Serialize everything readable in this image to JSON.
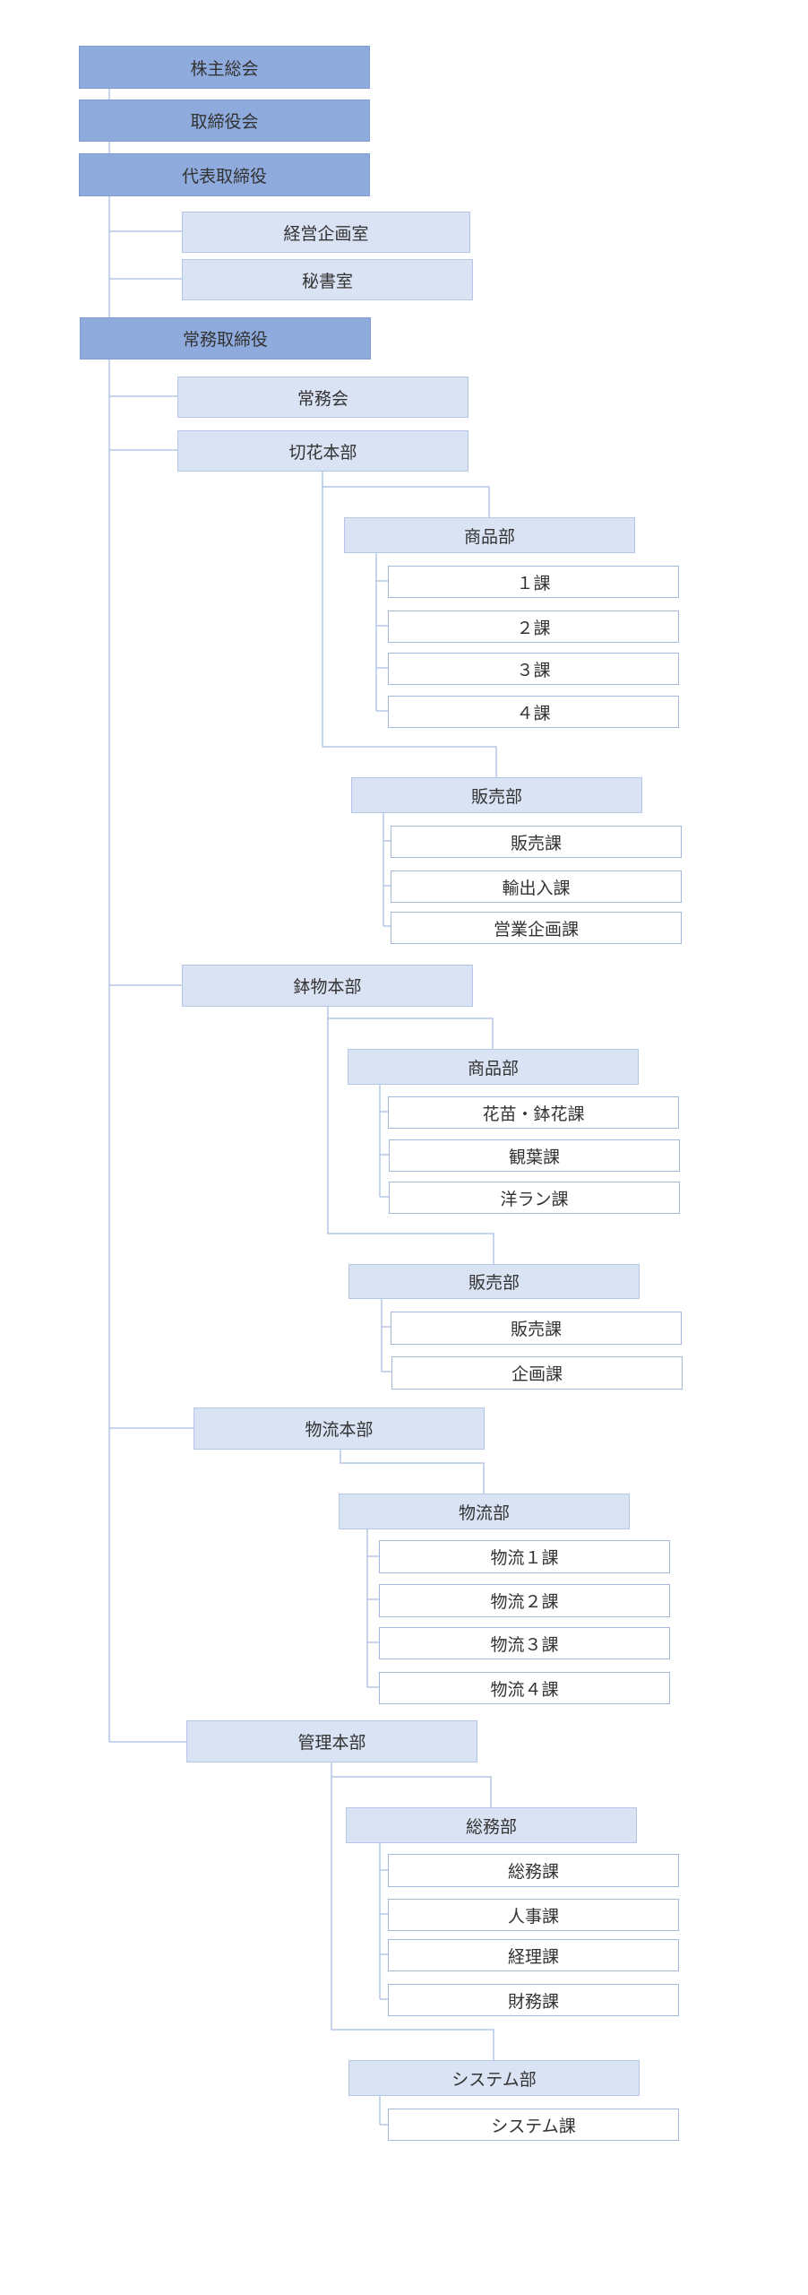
{
  "chart": {
    "top": {
      "shareholders": "株主総会",
      "board": "取締役会",
      "representative": "代表取締役",
      "planning_office": "経営企画室",
      "secretary_office": "秘書室",
      "managing_director": "常務取締役",
      "executive_committee": "常務会"
    },
    "cut_flower": {
      "hq": "切花本部",
      "merch_dept": "商品部",
      "merch_sections": [
        "１課",
        "２課",
        "３課",
        "４課"
      ],
      "sales_dept": "販売部",
      "sales_sections": [
        "販売課",
        "輸出入課",
        "営業企画課"
      ]
    },
    "potted": {
      "hq": "鉢物本部",
      "merch_dept": "商品部",
      "merch_sections": [
        "花苗・鉢花課",
        "観葉課",
        "洋ラン課"
      ],
      "sales_dept": "販売部",
      "sales_sections": [
        "販売課",
        "企画課"
      ]
    },
    "logistics": {
      "hq": "物流本部",
      "dept": "物流部",
      "sections": [
        "物流１課",
        "物流２課",
        "物流３課",
        "物流４課"
      ]
    },
    "admin": {
      "hq": "管理本部",
      "ga_dept": "総務部",
      "ga_sections": [
        "総務課",
        "人事課",
        "経理課",
        "財務課"
      ],
      "sys_dept": "システム部",
      "sys_sections": [
        "システム課"
      ]
    }
  },
  "colors": {
    "level1_fill": "#8faadc",
    "level2_fill": "#dae3f3",
    "level3_fill": "#ffffff",
    "connector": "#b4c7e7"
  }
}
